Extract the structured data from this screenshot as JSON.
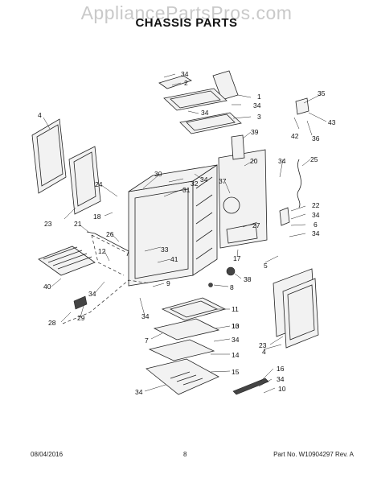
{
  "watermark": "AppliancePartsPros.com",
  "title": "CHASSIS PARTS",
  "footer": {
    "date": "08/04/2016",
    "page": "8",
    "part_no": "Part No. W10904297 Rev. A"
  },
  "callouts": [
    {
      "id": "c-34-a",
      "text": "34"
    },
    {
      "id": "c-2",
      "text": "2"
    },
    {
      "id": "c-1",
      "text": "1"
    },
    {
      "id": "c-34-b",
      "text": "34"
    },
    {
      "id": "c-34-c",
      "text": "34"
    },
    {
      "id": "c-3",
      "text": "3"
    },
    {
      "id": "c-4-a",
      "text": "4"
    },
    {
      "id": "c-35",
      "text": "35"
    },
    {
      "id": "c-43",
      "text": "43"
    },
    {
      "id": "c-42",
      "text": "42"
    },
    {
      "id": "c-36",
      "text": "36"
    },
    {
      "id": "c-39",
      "text": "39"
    },
    {
      "id": "c-20",
      "text": "20"
    },
    {
      "id": "c-34-d",
      "text": "34"
    },
    {
      "id": "c-25",
      "text": "25"
    },
    {
      "id": "c-30",
      "text": "30"
    },
    {
      "id": "c-32",
      "text": "32"
    },
    {
      "id": "c-34-e",
      "text": "34"
    },
    {
      "id": "c-31",
      "text": "31"
    },
    {
      "id": "c-37",
      "text": "37"
    },
    {
      "id": "c-24",
      "text": "24"
    },
    {
      "id": "c-23-a",
      "text": "23"
    },
    {
      "id": "c-18",
      "text": "18"
    },
    {
      "id": "c-21",
      "text": "21"
    },
    {
      "id": "c-26",
      "text": "26"
    },
    {
      "id": "c-22",
      "text": "22"
    },
    {
      "id": "c-34-f",
      "text": "34"
    },
    {
      "id": "c-6",
      "text": "6"
    },
    {
      "id": "c-34-g",
      "text": "34"
    },
    {
      "id": "c-27",
      "text": "27"
    },
    {
      "id": "c-33",
      "text": "33"
    },
    {
      "id": "c-12",
      "text": "12"
    },
    {
      "id": "c-41",
      "text": "41"
    },
    {
      "id": "c-17",
      "text": "17"
    },
    {
      "id": "c-5",
      "text": "5"
    },
    {
      "id": "c-40",
      "text": "40"
    },
    {
      "id": "c-38",
      "text": "38"
    },
    {
      "id": "c-34-h",
      "text": "34"
    },
    {
      "id": "c-9",
      "text": "9"
    },
    {
      "id": "c-8",
      "text": "8"
    },
    {
      "id": "c-28",
      "text": "28"
    },
    {
      "id": "c-29",
      "text": "29"
    },
    {
      "id": "c-34-i",
      "text": "34"
    },
    {
      "id": "c-11",
      "text": "11"
    },
    {
      "id": "c-10",
      "text": "10"
    },
    {
      "id": "c-13",
      "text": "13"
    },
    {
      "id": "c-7",
      "text": "7"
    },
    {
      "id": "c-34-j",
      "text": "34"
    },
    {
      "id": "c-14",
      "text": "14"
    },
    {
      "id": "c-23-b",
      "text": "23"
    },
    {
      "id": "c-4-b",
      "text": "4"
    },
    {
      "id": "c-15",
      "text": "15"
    },
    {
      "id": "c-34-k",
      "text": "34"
    },
    {
      "id": "c-16",
      "text": "16"
    },
    {
      "id": "c-34-l",
      "text": "34"
    },
    {
      "id": "c-10-b",
      "text": "10"
    }
  ]
}
